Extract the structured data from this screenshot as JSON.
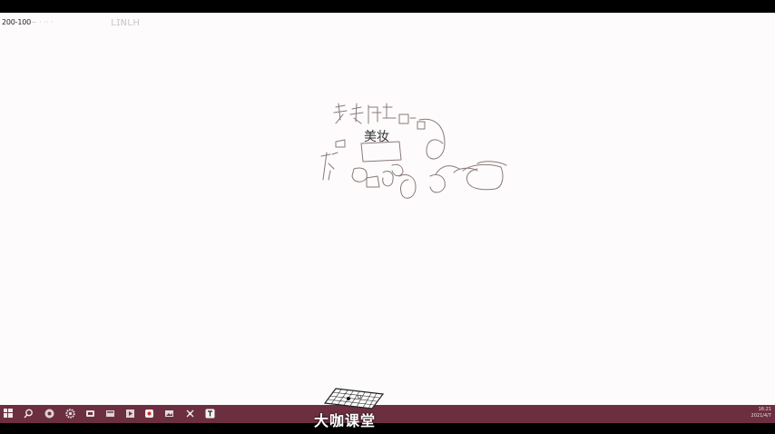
{
  "canvas": {
    "corner_label": "200-100",
    "drawing_center_word": "美妆"
  },
  "taskbar": {
    "icons": [
      "windows-start-icon",
      "search-icon",
      "chrome-icon",
      "settings-gear-icon",
      "browser-icon",
      "folder-icon",
      "media-icon",
      "app-icon",
      "image-icon",
      "file-explorer-icon",
      "tool-icon",
      "notes-app-icon"
    ],
    "clock_time": "16:21",
    "clock_date": "2021/4/7"
  },
  "watermark": {
    "text": "大咖课堂"
  },
  "colors": {
    "taskbar": "#6b2f40",
    "canvas": "#fdfbfb",
    "ink": "#8a7a7a"
  }
}
